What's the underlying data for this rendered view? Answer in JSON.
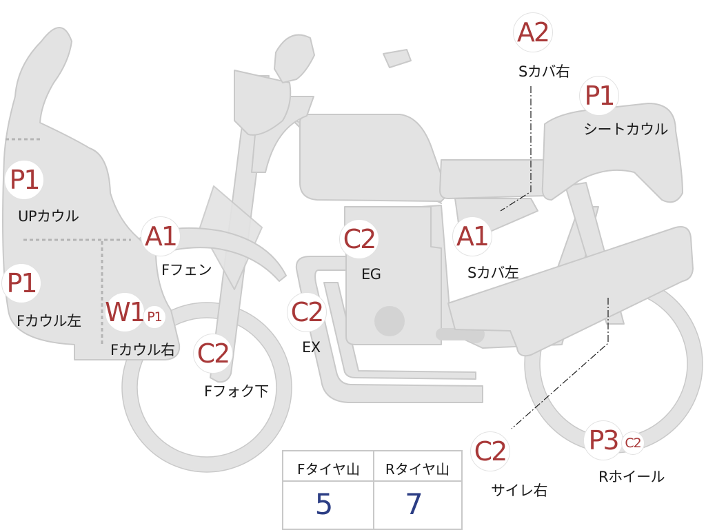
{
  "parts": [
    {
      "code": "A2",
      "label": "Sカバ右"
    },
    {
      "code": "P1",
      "label": "シートカウル"
    },
    {
      "code": "P1",
      "label": "UPカウル"
    },
    {
      "code": "A1",
      "label": "Fフェン"
    },
    {
      "code": "C2",
      "label": "EG"
    },
    {
      "code": "A1",
      "label": "Sカバ左"
    },
    {
      "code": "P1",
      "label": "Fカウル左"
    },
    {
      "code": "W1",
      "code2": "P1",
      "label": "Fカウル右"
    },
    {
      "code": "C2",
      "label": "EX"
    },
    {
      "code": "C2",
      "label": "Fフォク下"
    },
    {
      "code": "C2",
      "label": "サイレ右"
    },
    {
      "code": "P3",
      "code2": "C2",
      "label": "Rホイール"
    }
  ],
  "tire_table": {
    "headers": [
      "Fタイヤ山",
      "Rタイヤ山"
    ],
    "values": [
      "5",
      "7"
    ]
  },
  "colors": {
    "part_fill": "#e3e3e3",
    "part_stroke": "#c9c9c9",
    "code_text": "#a83838",
    "value_text": "#2b3d84"
  }
}
